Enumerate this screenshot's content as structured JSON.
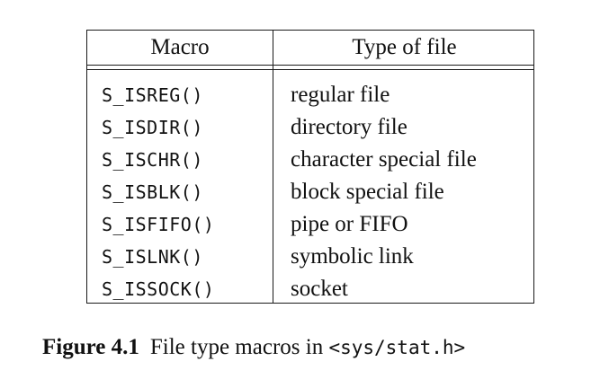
{
  "table": {
    "headers": {
      "macro": "Macro",
      "type": "Type of file"
    },
    "rows": [
      {
        "macro": "S_ISREG()",
        "type": "regular file"
      },
      {
        "macro": "S_ISDIR()",
        "type": "directory file"
      },
      {
        "macro": "S_ISCHR()",
        "type": "character special file"
      },
      {
        "macro": "S_ISBLK()",
        "type": "block special file"
      },
      {
        "macro": "S_ISFIFO()",
        "type": "pipe or FIFO"
      },
      {
        "macro": "S_ISLNK()",
        "type": "symbolic link"
      },
      {
        "macro": "S_ISSOCK()",
        "type": "socket"
      }
    ]
  },
  "caption": {
    "label": "Figure 4.1",
    "text": "File type macros in ",
    "code": "<sys/stat.h>"
  }
}
